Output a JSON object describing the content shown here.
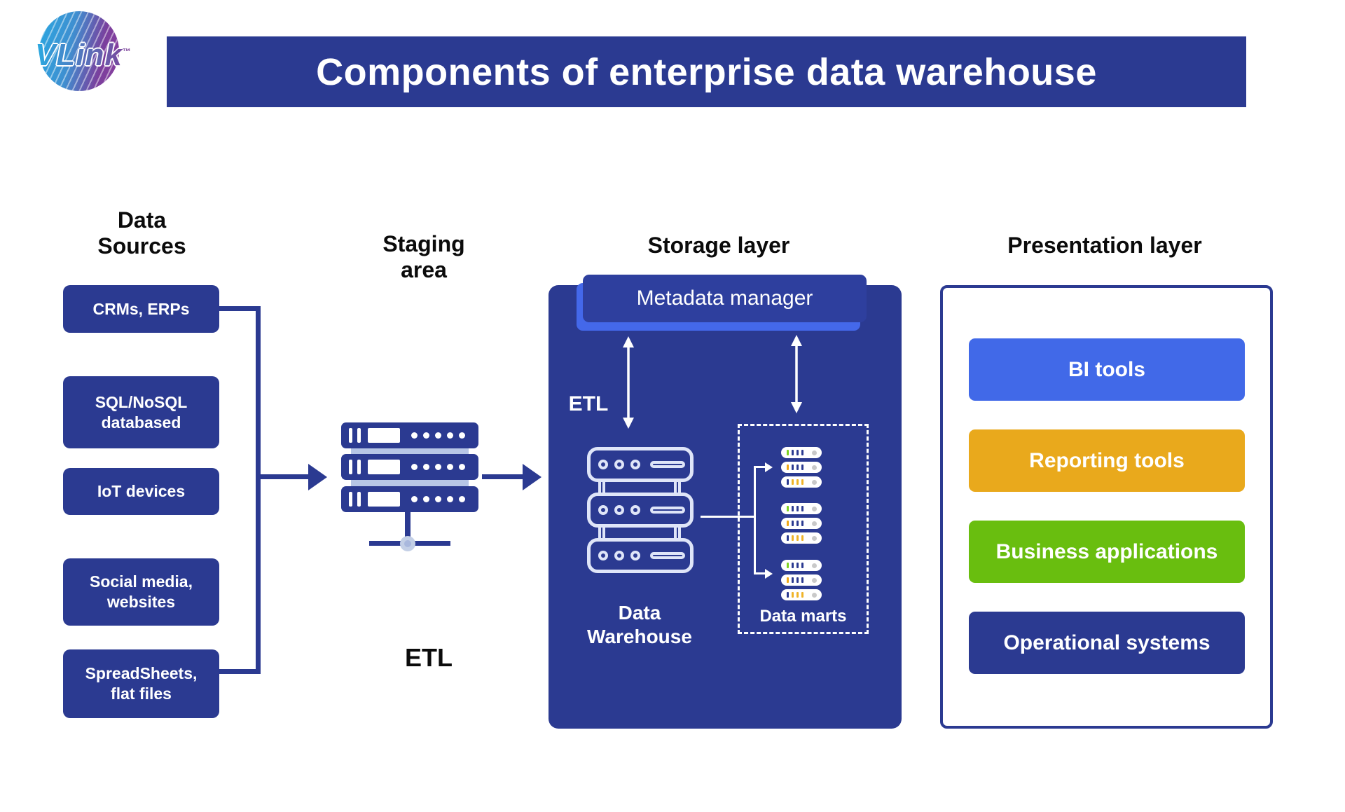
{
  "logo": {
    "brand": "VLink",
    "trademark": "™"
  },
  "title": "Components of enterprise data warehouse",
  "colors": {
    "navy": "#2b3a91",
    "metadata_box": "#2e3f9e",
    "bright_blue": "#4468ea",
    "amber": "#e9a91c",
    "green": "#69be0f",
    "icon_outline": "#dfe5f8",
    "server_strip": "#b7c6e6",
    "tick_green": "#7ed321",
    "tick_amber": "#f0a818"
  },
  "data_sources": {
    "heading": "Data\nSources",
    "items": [
      {
        "label": "CRMs, ERPs"
      },
      {
        "label": "SQL/NoSQL\ndatabased"
      },
      {
        "label": "IoT devices"
      },
      {
        "label": "Social media,\nwebsites"
      },
      {
        "label": "SpreadSheets,\nflat files"
      }
    ]
  },
  "staging": {
    "heading": "Staging\narea",
    "etl_label": "ETL"
  },
  "storage": {
    "heading": "Storage layer",
    "metadata_manager_label": "Metadata manager",
    "etl_label": "ETL",
    "warehouse_label": "Data\nWarehouse",
    "data_marts_label": "Data marts"
  },
  "presentation": {
    "heading": "Presentation layer",
    "items": [
      {
        "label": "BI tools",
        "color": "#4169e8"
      },
      {
        "label": "Reporting tools",
        "color": "#e9a91c"
      },
      {
        "label": "Business applications",
        "color": "#69be0f"
      },
      {
        "label": "Operational systems",
        "color": "#2b3a91"
      }
    ]
  }
}
